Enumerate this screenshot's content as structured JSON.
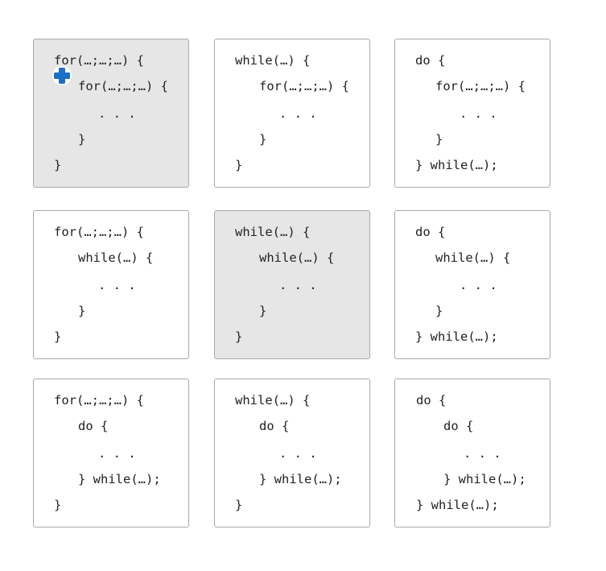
{
  "accent_color": "#1a6fc7",
  "shade_color": "#e6e6e6",
  "cursor": {
    "icon": "plus-cursor-icon"
  },
  "cards": [
    {
      "shaded": true,
      "lines": [
        "for(…;…;…) {",
        "for(…;…;…) {",
        ". . .",
        "}",
        "}"
      ]
    },
    {
      "shaded": false,
      "lines": [
        "while(…) {",
        "for(…;…;…) {",
        ". . .",
        "}",
        "}"
      ]
    },
    {
      "shaded": false,
      "lines": [
        "do {",
        "for(…;…;…) {",
        ". . .",
        "}",
        "} while(…);"
      ]
    },
    {
      "shaded": false,
      "lines": [
        "for(…;…;…) {",
        "while(…) {",
        ". . .",
        "}",
        "}"
      ]
    },
    {
      "shaded": true,
      "lines": [
        "while(…) {",
        "while(…) {",
        ". . .",
        "}",
        "}"
      ]
    },
    {
      "shaded": false,
      "lines": [
        "do {",
        "while(…) {",
        ". . .",
        "}",
        "} while(…);"
      ]
    },
    {
      "shaded": false,
      "lines": [
        "for(…;…;…) {",
        "do {",
        ". . .",
        "} while(…);",
        "}"
      ]
    },
    {
      "shaded": false,
      "lines": [
        "while(…) {",
        "do {",
        ". . .",
        "} while(…);",
        "}"
      ]
    },
    {
      "shaded": false,
      "lines": [
        "do {",
        "do {",
        ". . .",
        "} while(…);",
        "} while(…);"
      ]
    }
  ]
}
